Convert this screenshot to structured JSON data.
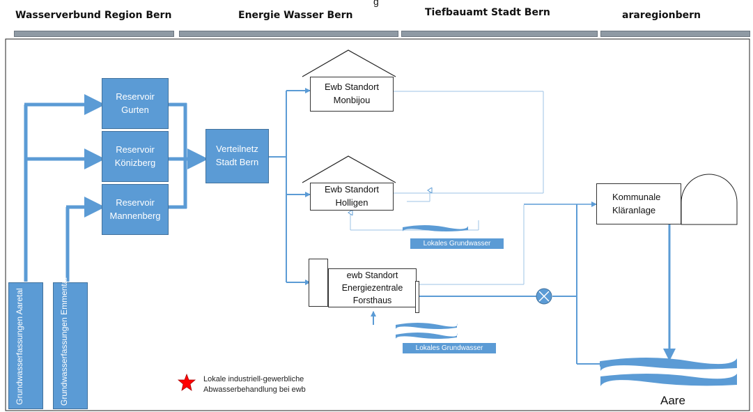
{
  "headers": {
    "wasserverbund": "Wasserverbund Region Bern",
    "ewb": "Energie Wasser Bern",
    "tiefbau": "Tiefbauamt Stadt Bern",
    "ara": "araregionbern",
    "top_fragment": "g"
  },
  "reservoirs": {
    "gurten": "Reservoir Gurten",
    "koenizberg": "Reservoir Könizberg",
    "mannenberg": "Reservoir Mannenberg"
  },
  "sources": {
    "aaretal": "Grundwasserfassungen Aaretal",
    "emmental": "Grundwasserfassungen Emmental"
  },
  "verteilnetz": "Verteilnetz Stadt Bern",
  "sites": {
    "monbijou": "Ewb Standort Monbijou",
    "holligen": "Ewb Standort Holligen",
    "forsthaus": "ewb Standort Energiezentrale Forsthaus"
  },
  "groundwater": {
    "holligen": "Lokales Grundwasser",
    "forsthaus": "Lokales Grundwasser"
  },
  "klaeranlage": "Kommunale Kläranlage",
  "river": "Aare",
  "legend": {
    "line1": "Lokale industriell-gewerbliche",
    "line2": "Abwasserbehandlung bei ewb"
  },
  "colors": {
    "box_fill": "#5b9bd5",
    "pipe": "#5b9bd5",
    "thin_pipe": "#9dc3e6",
    "header_bar": "#8f9aa4",
    "star": "#ff0000"
  }
}
